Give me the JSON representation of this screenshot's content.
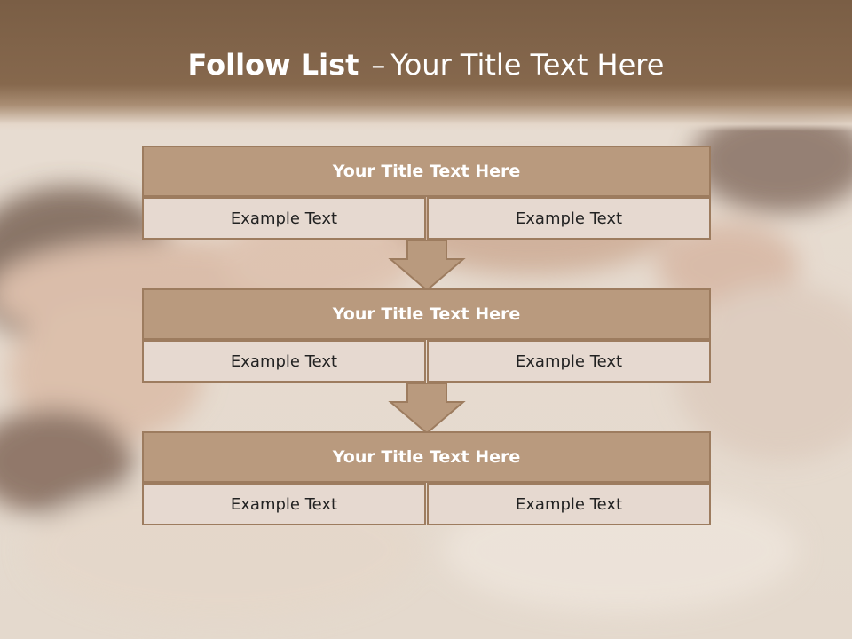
{
  "slide": {
    "title_bold": "Follow List",
    "title_dash": "–",
    "title_rest": "Your Title Text Here"
  },
  "steps": [
    {
      "title": "Your Title Text Here",
      "left_text": "Example Text",
      "right_text": "Example Text"
    },
    {
      "title": "Your Title Text Here",
      "left_text": "Example Text",
      "right_text": "Example Text"
    },
    {
      "title": "Your Title Text Here",
      "left_text": "Example Text",
      "right_text": "Example Text"
    }
  ],
  "colors": {
    "header_brown": "#7a5e45",
    "title_bar_fill": "#b99a7e",
    "cell_fill": "#e6d9d0",
    "border": "#9d7c5f",
    "arrow_fill": "#b99a7e"
  }
}
